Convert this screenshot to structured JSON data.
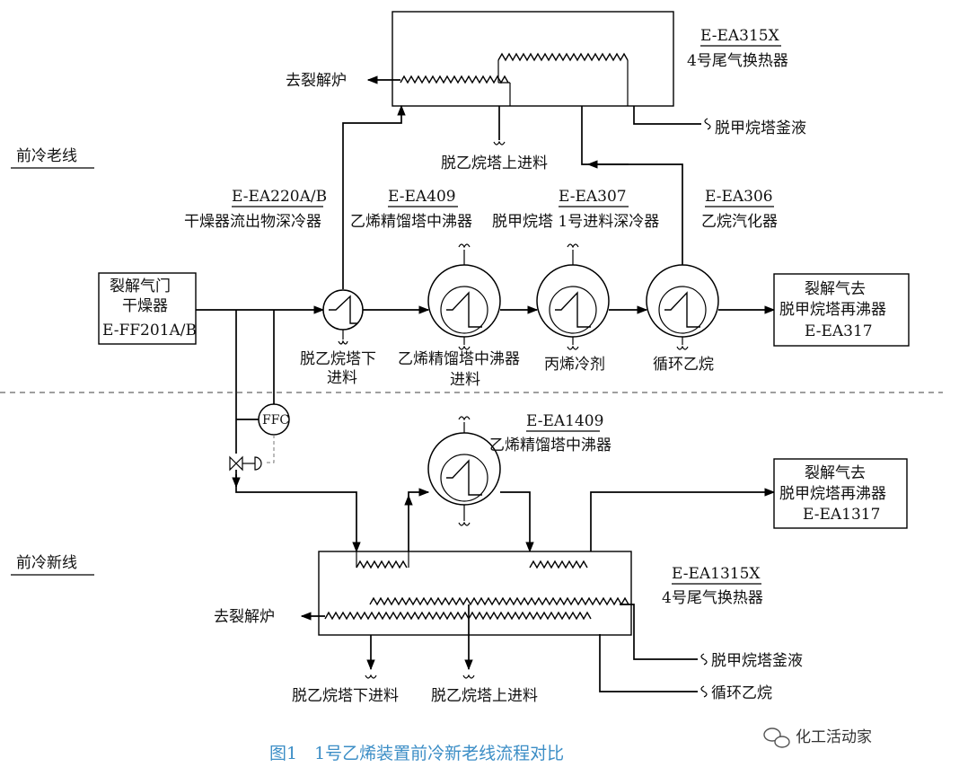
{
  "sections": {
    "old_line": "前冷老线",
    "new_line": "前冷新线"
  },
  "old": {
    "ea315x": {
      "id": "E-EA315X",
      "name": "4号尾气换热器"
    },
    "ea220": {
      "id": "E-EA220A/B",
      "name": "干燥器流出物深冷器"
    },
    "ea409": {
      "id": "E-EA409",
      "name": "乙烯精馏塔中沸器"
    },
    "ea307": {
      "id": "E-EA307",
      "name": "脱甲烷塔 1号进料深冷器"
    },
    "ea306": {
      "id": "E-EA306",
      "name": "乙烷汽化器"
    },
    "dryer": {
      "line1": "裂解气门",
      "line2": "干燥器",
      "line3": "E-FF201A/B"
    },
    "dest": {
      "line1": "裂解气去",
      "line2": "脱甲烷塔再沸器",
      "line3": "E-EA317"
    },
    "to_furnace": "去裂解炉",
    "demethanizer_bottoms": "脱甲烷塔釜液",
    "deethanizer_upper": "脱乙烷塔上进料",
    "deethanizer_lower_1": "脱乙烷塔下",
    "deethanizer_lower_2": "进料",
    "reboiler_feed_1": "乙烯精馏塔中沸器",
    "reboiler_feed_2": "进料",
    "propylene": "丙烯冷剂",
    "recycle_ethane": "循环乙烷"
  },
  "new": {
    "ea1409": {
      "id": "E-EA1409",
      "name": "乙烯精馏塔中沸器"
    },
    "ea1315x": {
      "id": "E-EA1315X",
      "name": "4号尾气换热器"
    },
    "dest": {
      "line1": "裂解气去",
      "line2": "脱甲烷塔再沸器",
      "line3": "E-EA1317"
    },
    "ffc": "FFC",
    "to_furnace": "去裂解炉",
    "demethanizer_bottoms": "脱甲烷塔釜液",
    "recycle_ethane": "循环乙烷",
    "deethanizer_lower": "脱乙烷塔下进料",
    "deethanizer_upper": "脱乙烷塔上进料"
  },
  "caption": "图1　1号乙烯装置前冷新老线流程对比",
  "watermark": "化工活动家"
}
